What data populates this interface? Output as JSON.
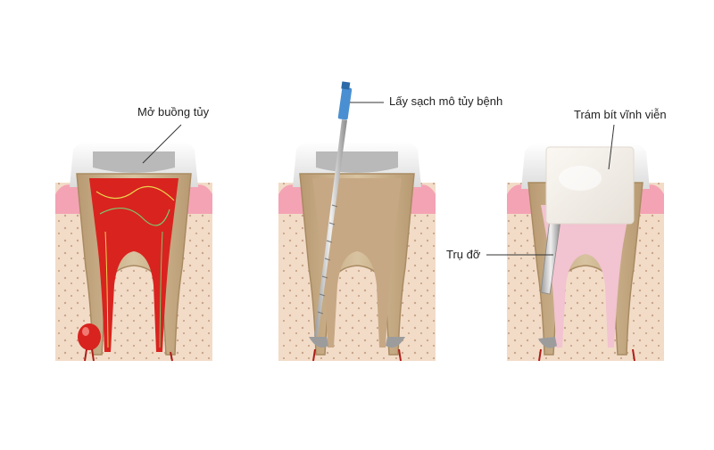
{
  "labels": {
    "open_chamber": "Mở buồng tủy",
    "clean_pulp": "Lấy sạch mô tủy bệnh",
    "permanent_fill": "Trám bít vĩnh viễn",
    "post": "Trụ đỡ"
  },
  "colors": {
    "bone": "#f2dcc8",
    "bone_dots": "#c9a58a",
    "gum": "#f4a3b4",
    "enamel": "#ececec",
    "dentin": "#c9b28c",
    "pulp_healthy": "#e9c9a8",
    "pulp_infected": "#d9231f",
    "canal_filled": "#f2c3d0",
    "temporary_filling": "#b9b9b9",
    "permanent_filling": "#f4f0ea",
    "instrument": "#d0d0d0",
    "instrument_handle": "#4a8fd1"
  }
}
